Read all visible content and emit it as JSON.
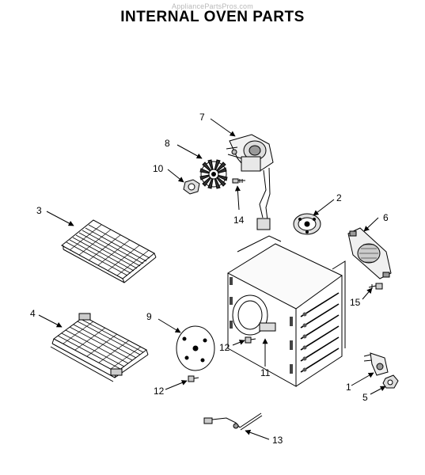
{
  "watermark": "AppliancePartsPros.com",
  "title": "INTERNAL OVEN PARTS",
  "callouts": [
    {
      "id": "1",
      "label": "1"
    },
    {
      "id": "2",
      "label": "2"
    },
    {
      "id": "3",
      "label": "3"
    },
    {
      "id": "4",
      "label": "4"
    },
    {
      "id": "5",
      "label": "5"
    },
    {
      "id": "6",
      "label": "6"
    },
    {
      "id": "7",
      "label": "7"
    },
    {
      "id": "8",
      "label": "8"
    },
    {
      "id": "9",
      "label": "9"
    },
    {
      "id": "10",
      "label": "10"
    },
    {
      "id": "11",
      "label": "11"
    },
    {
      "id": "12a",
      "label": "12"
    },
    {
      "id": "12b",
      "label": "12"
    },
    {
      "id": "13",
      "label": "13"
    },
    {
      "id": "14",
      "label": "14"
    },
    {
      "id": "15",
      "label": "15"
    }
  ]
}
